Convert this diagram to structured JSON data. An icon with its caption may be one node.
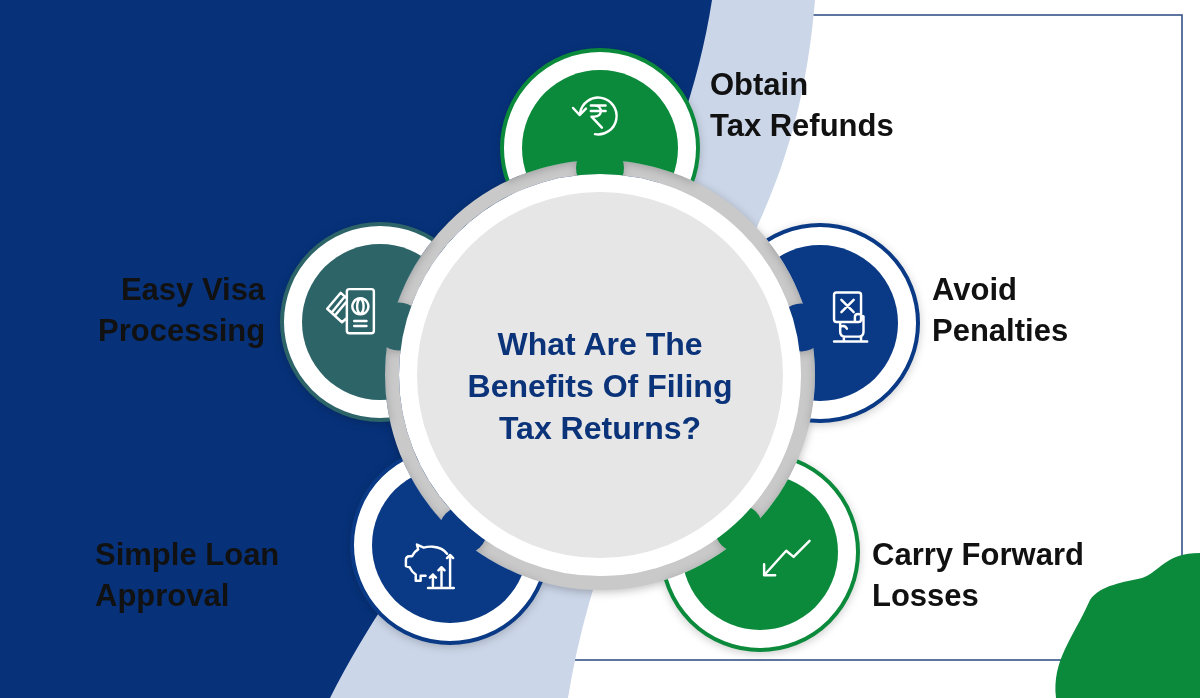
{
  "diagram": {
    "nodes": [
      {
        "text": [
          "What Are The Benefits Of Filing Tax Returns?"
        ]
      },
      {
        "text": [],
        "shape": "circle",
        "beside": [
          "Obtain Tax Refunds"
        ]
      },
      {
        "text": [],
        "shape": "circle",
        "beside": [
          "Avoid Penalties"
        ]
      },
      {
        "text": [],
        "shape": "circle",
        "beside": [
          "Carry Forward Losses"
        ]
      },
      {
        "text": [],
        "shape": "circle",
        "beside": [
          "Simple Loan Approval"
        ]
      },
      {
        "text": [],
        "shape": "circle",
        "beside": [
          "Easy Visa Processing"
        ]
      }
    ]
  }
}
